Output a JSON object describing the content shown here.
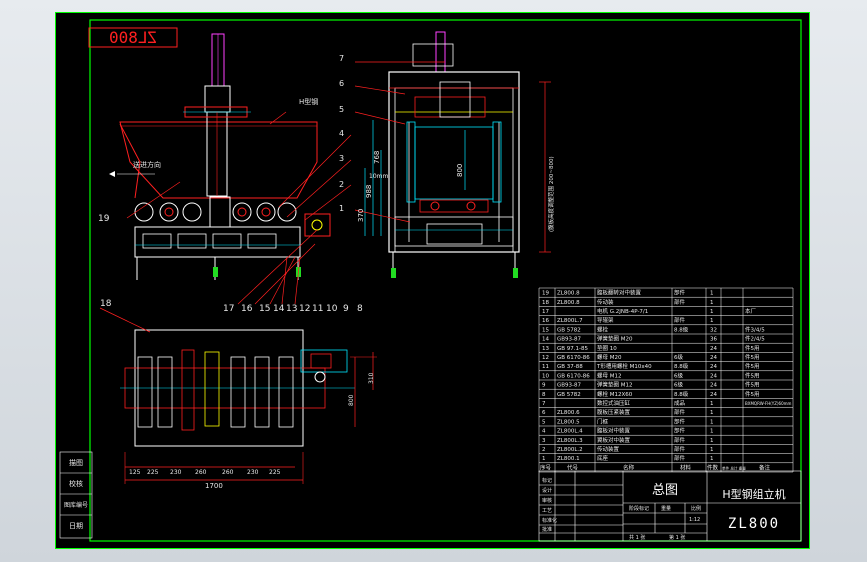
{
  "drawing_code_mirrored": "ZL800",
  "drawing_code": "ZL800",
  "drawing_title": "总图",
  "machine_name": "H型钢组立机",
  "front_view": {
    "beam_label": "H型钢",
    "feed_direction_label": "送进方向",
    "callouts_left": [
      "19"
    ],
    "callouts_bottom": [
      "17",
      "16",
      "15",
      "14",
      "13",
      "12",
      "11",
      "10",
      "9",
      "8"
    ]
  },
  "side_view": {
    "callouts": [
      "7",
      "6",
      "5",
      "4",
      "3",
      "2",
      "1"
    ],
    "dims": {
      "d800": "800",
      "d988": "988",
      "d768": "768",
      "d370": "370",
      "d10": "10mm",
      "range_label": "(腹板高度调整范围 200~800)"
    }
  },
  "top_view": {
    "callout": "18",
    "dims_bottom": [
      "125",
      "225",
      "230",
      "260",
      "260",
      "230",
      "225"
    ],
    "total_width": "1700",
    "dim_right_a": "310",
    "dim_right_b": "800"
  },
  "bom_rows": [
    {
      "no": "19",
      "code": "ZL800.8",
      "name": "腹板翻转对中装置",
      "mat": "部件",
      "qty": "1",
      "note": ""
    },
    {
      "no": "18",
      "code": "ZL800.8",
      "name": "传动装",
      "mat": "部件",
      "qty": "1",
      "note": ""
    },
    {
      "no": "17",
      "code": "",
      "name": "电机 G.2JNB-4P-7/1",
      "mat": "",
      "qty": "1",
      "note": "本厂"
    },
    {
      "no": "16",
      "code": "ZL800L.7",
      "name": "导辊架",
      "mat": "部件",
      "qty": "1",
      "note": ""
    },
    {
      "no": "15",
      "code": "GB 5782",
      "name": "螺栓",
      "mat": "8.8级",
      "qty": "32",
      "note": "件3/4/5"
    },
    {
      "no": "14",
      "code": "GB93-87",
      "name": "弹簧垫圈 M20",
      "mat": "",
      "qty": "36",
      "note": "件2/4/5"
    },
    {
      "no": "13",
      "code": "GB 97.1-85",
      "name": "垫圈 10",
      "mat": "",
      "qty": "24",
      "note": "件5用"
    },
    {
      "no": "12",
      "code": "GB 6170-86",
      "name": "螺母 M20",
      "mat": "6级",
      "qty": "24",
      "note": "件5用"
    },
    {
      "no": "11",
      "code": "GB 37-88",
      "name": "T形槽用螺栓 M10x40",
      "mat": "8.8级",
      "qty": "24",
      "note": "件5用"
    },
    {
      "no": "10",
      "code": "GB 6170-86",
      "name": "螺母 M12",
      "mat": "6级",
      "qty": "24",
      "note": "件5用"
    },
    {
      "no": "9",
      "code": "GB93-87",
      "name": "弹簧垫圈 M12",
      "mat": "6级",
      "qty": "24",
      "note": "件5用"
    },
    {
      "no": "8",
      "code": "GB 5782",
      "name": "螺栓 M12X60",
      "mat": "8.8级",
      "qty": "24",
      "note": "件5用"
    },
    {
      "no": "7",
      "code": "",
      "name": "数控式油压缸",
      "mat": "成品",
      "qty": "1",
      "note": "BXMQRW-FH(YZ)60mm"
    },
    {
      "no": "6",
      "code": "ZL800.6",
      "name": "腹板压紧装置",
      "mat": "部件",
      "qty": "1",
      "note": ""
    },
    {
      "no": "5",
      "code": "ZL800.5",
      "name": "门框",
      "mat": "部件",
      "qty": "1",
      "note": ""
    },
    {
      "no": "4",
      "code": "ZL800L.4",
      "name": "腹板对中装置",
      "mat": "部件",
      "qty": "1",
      "note": ""
    },
    {
      "no": "3",
      "code": "ZL800L.3",
      "name": "翼板对中装置",
      "mat": "部件",
      "qty": "1",
      "note": ""
    },
    {
      "no": "2",
      "code": "ZL800L.2",
      "name": "传动装置",
      "mat": "部件",
      "qty": "1",
      "note": ""
    },
    {
      "no": "1",
      "code": "ZL800.1",
      "name": "底座",
      "mat": "部件",
      "qty": "1",
      "note": ""
    }
  ],
  "bom_header": {
    "no": "序号",
    "code": "代号",
    "name": "名称",
    "mat": "材料",
    "qty": "件数",
    "weight": "单件 总计 重量",
    "note": "备注"
  },
  "left_stamp": [
    "描图",
    "校核",
    "图库编号",
    "日期"
  ],
  "title_block": {
    "stage_label": "阶段标记",
    "weight_label": "重量",
    "scale_label": "比例",
    "scale": "1:12",
    "sheet_a": "共 1 张",
    "sheet_b": "第 1 张",
    "rows": [
      "标记",
      "设计",
      "审核",
      "工艺",
      "标准化",
      "批准"
    ]
  },
  "colors": {
    "bg": "#000000",
    "frame": "#00ff00",
    "red": "#ff2020",
    "cyan": "#00e5ff",
    "white": "#ffffff",
    "yellow": "#ffff00",
    "magenta": "#ff40ff",
    "green": "#22dd22"
  }
}
